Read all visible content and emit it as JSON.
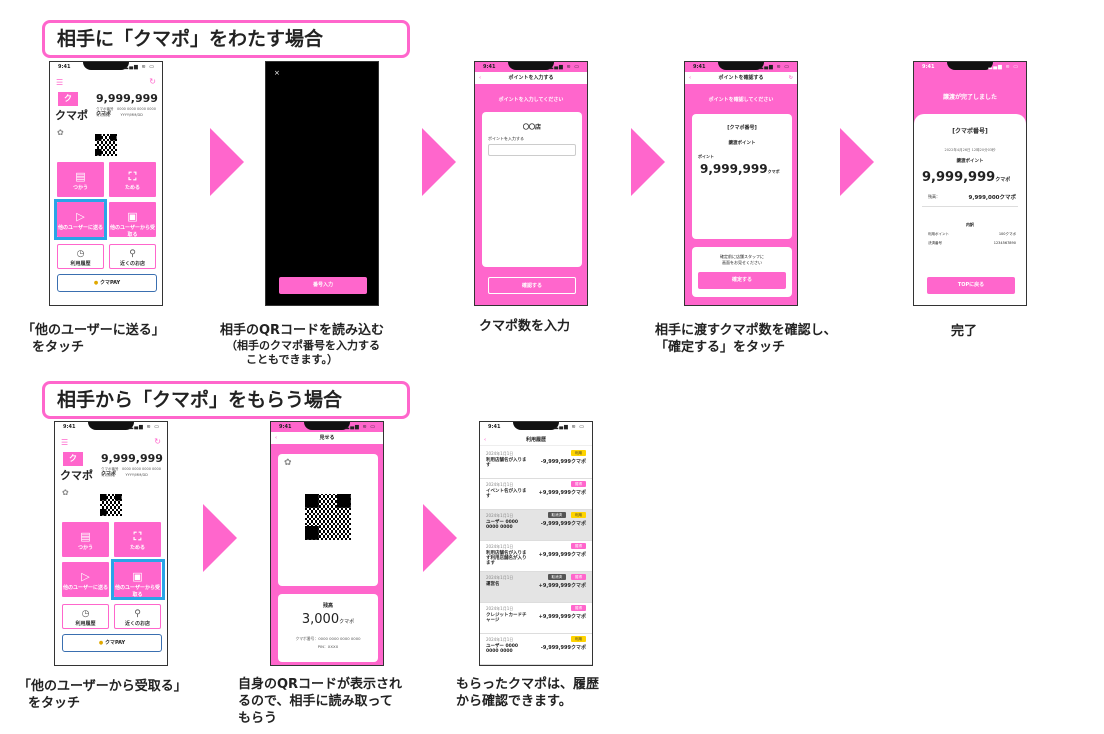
{
  "section1": {
    "title": "相手に「クマポ」をわたす場合",
    "captions": {
      "c1a": "「他のユーザーに送る」",
      "c1b": "をタッチ",
      "c2a": "相手のQRコードを読み込む",
      "c2b": "（相手のクマポ番号を入力する",
      "c2c": "こともできます。）",
      "c3": "クマポ数を入力",
      "c4a": "相手に渡すクマポ数を確認し、",
      "c4b": "「確定する」をタッチ",
      "c5": "完了"
    }
  },
  "section2": {
    "title": "相手から「クマポ」をもらう場合",
    "captions": {
      "c1a": "「他のユーザーから受取る」",
      "c1b": "をタッチ",
      "c2a": "自身のQRコードが表示され",
      "c2b": "るので、相手に読み取って",
      "c2c": "もらう",
      "c3a": "もらったクマポは、履歴",
      "c3b": "から確認できます。"
    }
  },
  "status": {
    "time": "9:41",
    "icons": "▂▄▆ ≋ ▭"
  },
  "home": {
    "balance": "9,999,999",
    "unit": "クマポ",
    "logo_top": "ク",
    "logo_text": "クマポ",
    "info1_label": "クマポ番号",
    "info1_value": "0000 0000 0000 0000",
    "info2_label": "有効期限",
    "info2_value": "YYYY/MM/DD",
    "tiles": {
      "use": "つかう",
      "save": "ためる",
      "send": "他のユーザーに送る",
      "receive": "他のユーザーから受取る",
      "history": "利用履歴",
      "nearby": "近くのお店"
    },
    "pay": "クマPAY"
  },
  "scan": {
    "close": "×",
    "button": "番号入力"
  },
  "input": {
    "header": "ポイントを入力する",
    "banner": "ポイントを入力してください",
    "store": "〇〇店",
    "field_label": "ポイントを入力する",
    "button": "確認する"
  },
  "confirm": {
    "header": "ポイントを確認する",
    "banner": "ポイントを確認してください",
    "number": "[クマポ番号]",
    "transfer_label": "譲渡ポイント",
    "point_label": "ポイント",
    "amount": "9,999,999",
    "unit": "クマポ",
    "note1": "確定前に店舗スタッフに",
    "note2": "画面をお見せください",
    "button": "確定する"
  },
  "done": {
    "banner": "譲渡が完了しました",
    "number": "[クマポ番号]",
    "datetime": "2022年4月26日 12時20分03秒",
    "transfer_label": "譲渡ポイント",
    "amount": "9,999,999",
    "unit": "クマポ",
    "rest_label": "残高：",
    "rest_value": "9,999,000クマポ",
    "detail_title": "内訳",
    "d1_label": "利用ポイント",
    "d1_value": "100クマポ",
    "d2_label": "決済番号",
    "d2_value": "1234567890",
    "button": "TOPに戻る"
  },
  "show": {
    "header": "見せる",
    "balance_label": "残高",
    "balance": "3,000",
    "unit": "クマポ",
    "number": "クマポ番号：0000 0000 0000 0000",
    "pin": "PIN：XXXX"
  },
  "history": {
    "header": "利用履歴",
    "rows": [
      {
        "date": "2024年1月1日",
        "name": "利用店舗名が入ります",
        "amount": "-9,999,999クマポ",
        "badge": "利用",
        "badge_color": "yellow",
        "grey": false
      },
      {
        "date": "2024年1月1日",
        "name": "イベント名が入ります",
        "amount": "+9,999,999クマポ",
        "badge": "獲得",
        "badge_color": "pink",
        "grey": false
      },
      {
        "date": "2024年1月1日",
        "name": "ユーザー 0000 0000 0000",
        "amount": "-9,999,999クマポ",
        "badge": "利用",
        "badge_color": "yellow",
        "grey": true,
        "badge2": "取消済"
      },
      {
        "date": "2024年1月1日",
        "name": "利用店舗名が入ります利用店舗名が入ります",
        "amount": "+9,999,999クマポ",
        "badge": "獲得",
        "badge_color": "pink",
        "grey": false
      },
      {
        "date": "2024年1月1日",
        "name": "運営名",
        "amount": "+9,999,999クマポ",
        "badge": "獲得",
        "badge_color": "pink",
        "grey": true,
        "badge2": "取消済"
      },
      {
        "date": "2024年1月1日",
        "name": "クレジットカードチャージ",
        "amount": "+9,999,999クマポ",
        "badge": "獲得",
        "badge_color": "pink",
        "grey": false
      },
      {
        "date": "2024年1月1日",
        "name": "ユーザー 0000 0000 0000",
        "amount": "-9,999,999クマポ",
        "badge": "利用",
        "badge_color": "yellow",
        "grey": false
      }
    ]
  }
}
